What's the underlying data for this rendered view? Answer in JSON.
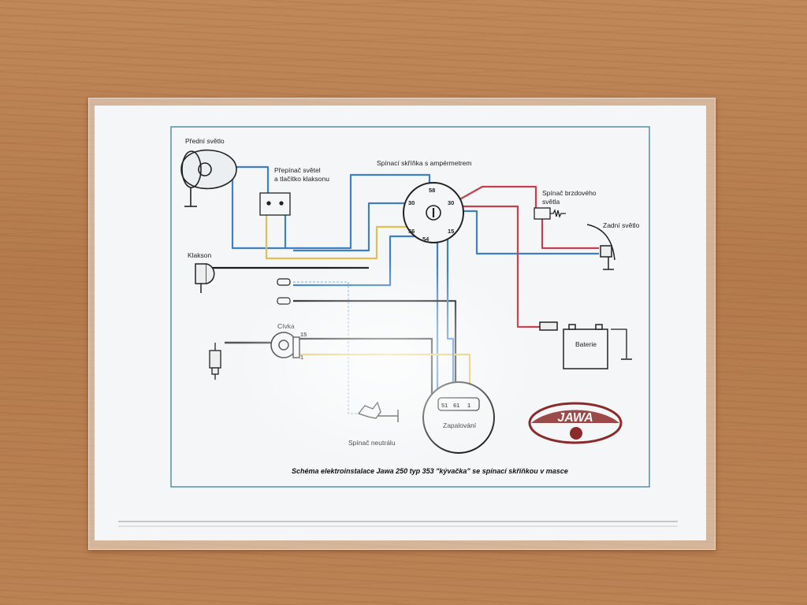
{
  "caption": "Schéma elektroinstalace Jawa 250 typ 353 \"kývačka\" se spínací skříňkou v masce",
  "labels": {
    "headlight": "Přední světlo",
    "light_switch_1": "Přepínač světel",
    "light_switch_2": "a tlačítko klaksonu",
    "ignition_box": "Spínací skříňka s ampérmetrem",
    "brake_switch_1": "Spínač brzdového",
    "brake_switch_2": "světla",
    "tail_light": "Zadní světlo",
    "horn": "Klakson",
    "coil": "Cívka",
    "battery": "Baterie",
    "neutral_switch": "Spínač neutrálu",
    "distributor": "Zapalování"
  },
  "terminals": {
    "box_58": "58",
    "box_30_left": "30",
    "box_30_right": "30",
    "box_56": "56",
    "box_54": "54",
    "box_15": "15",
    "coil_15": "15",
    "coil_1": "1",
    "dist_51": "51",
    "dist_61": "61",
    "dist_1": "1"
  },
  "logo_text": "JAWA",
  "colors": {
    "wire_blue": "#3f7fc4",
    "wire_yellow": "#e0c050",
    "wire_red": "#c2404f",
    "wire_black": "#1a1a1a",
    "frame": "#4a8a9a",
    "logo": "#8b2a2a"
  }
}
